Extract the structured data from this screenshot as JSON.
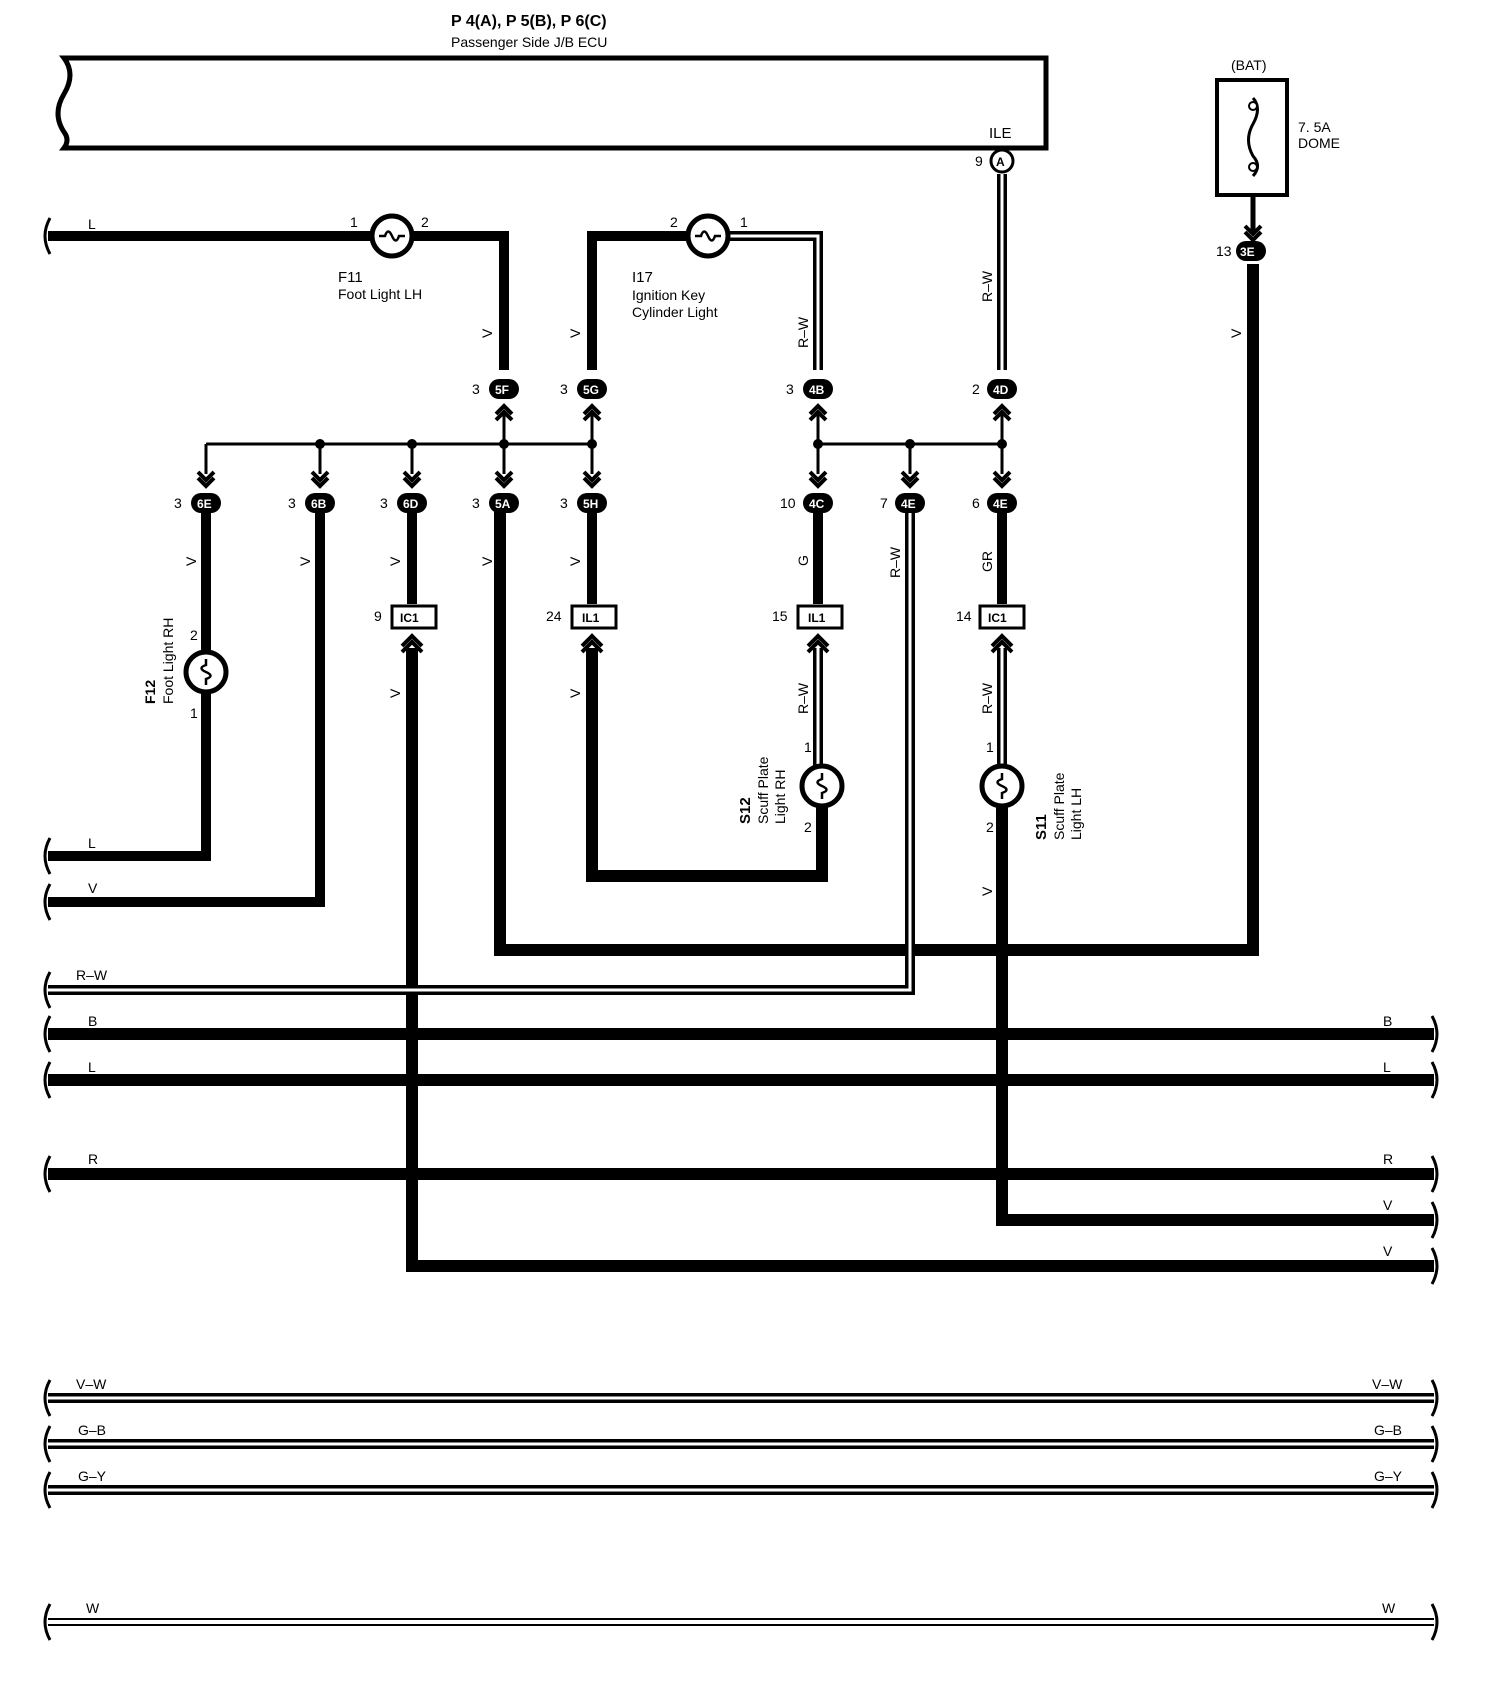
{
  "ecu": {
    "title": "P 4(A), P 5(B), P 6(C)",
    "subtitle": "Passenger Side J/B ECU",
    "terminal_label": "ILE",
    "terminal_pin": "9",
    "terminal_conn": "A"
  },
  "fuse": {
    "source": "(BAT)",
    "rating": "7. 5A",
    "name": "DOME",
    "pin": "13",
    "conn": "3E"
  },
  "components": {
    "f11": {
      "id": "F11",
      "name": "Foot Light LH",
      "pin1": "1",
      "pin2": "2"
    },
    "i17": {
      "id": "I17",
      "name_line1": "Ignition Key",
      "name_line2": "Cylinder Light",
      "pin1": "1",
      "pin2": "2"
    },
    "f12": {
      "id": "F12",
      "name": "Foot Light RH",
      "pin1": "1",
      "pin2": "2"
    },
    "s12": {
      "id": "S12",
      "name_line1": "Scuff Plate",
      "name_line2": "Light RH",
      "pin1": "1",
      "pin2": "2"
    },
    "s11": {
      "id": "S11",
      "name_line1": "Scuff Plate",
      "name_line2": "Light LH",
      "pin1": "1",
      "pin2": "2"
    }
  },
  "connectors": {
    "c5f": {
      "pin": "3",
      "id": "5F"
    },
    "c5g": {
      "pin": "3",
      "id": "5G"
    },
    "c4b": {
      "pin": "3",
      "id": "4B"
    },
    "c4d": {
      "pin": "2",
      "id": "4D"
    },
    "c6e": {
      "pin": "3",
      "id": "6E"
    },
    "c6b": {
      "pin": "3",
      "id": "6B"
    },
    "c6d": {
      "pin": "3",
      "id": "6D"
    },
    "c5a": {
      "pin": "3",
      "id": "5A"
    },
    "c5h": {
      "pin": "3",
      "id": "5H"
    },
    "c4c": {
      "pin": "10",
      "id": "4C"
    },
    "c4e7": {
      "pin": "7",
      "id": "4E"
    },
    "c4e6": {
      "pin": "6",
      "id": "4E"
    },
    "ic1a": {
      "pin": "9",
      "id": "IC1"
    },
    "il1a": {
      "pin": "24",
      "id": "IL1"
    },
    "il1b": {
      "pin": "15",
      "id": "IL1"
    },
    "ic1b": {
      "pin": "14",
      "id": "IC1"
    }
  },
  "wire_colors": {
    "f11_left": "L",
    "f11_v": "V",
    "i17_left_v": "V",
    "i17_right_rw": "R–W",
    "ecu_rw": "R–W",
    "fuse_v": "V",
    "c6e_v": "V",
    "c6b_v": "V",
    "c6d_v_upper": "V",
    "c6d_v_lower": "V",
    "c5a_v": "V",
    "c5h_v_upper": "V",
    "c5h_v_lower": "V",
    "c4c_g": "G",
    "c4e7_rw": "R–W",
    "c4e6_gr": "GR",
    "s12_rw": "R–W",
    "s11_rw": "R–W",
    "s11_v": "V"
  },
  "bus_lines": [
    {
      "left": "L",
      "right": ""
    },
    {
      "left": "V",
      "right": ""
    },
    {
      "left": "R–W",
      "right": ""
    },
    {
      "left": "B",
      "right": "B"
    },
    {
      "left": "L",
      "right": "L"
    },
    {
      "left": "R",
      "right": "R"
    },
    {
      "left": "",
      "right": "V"
    },
    {
      "left": "",
      "right": "V"
    },
    {
      "left": "V–W",
      "right": "V–W"
    },
    {
      "left": "G–B",
      "right": "G–B"
    },
    {
      "left": "G–Y",
      "right": "G–Y"
    },
    {
      "left": "W",
      "right": "W"
    }
  ],
  "colors": {
    "ink": "#000000",
    "paper": "#ffffff"
  }
}
